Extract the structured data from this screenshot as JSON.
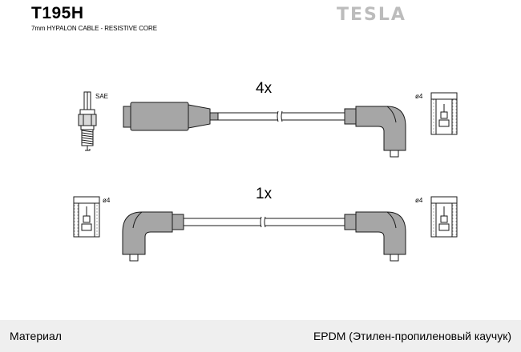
{
  "header": {
    "title": "T195H",
    "subtitle": "7mm HYPALON CABLE - RESISTIVE CORE",
    "brand": "TESLA"
  },
  "diagram": {
    "lead_top": {
      "quantity": "4x",
      "left_connector_label": "SAE",
      "right_connector_label": "ø4"
    },
    "lead_bottom": {
      "quantity": "1x",
      "left_connector_label": "ø4",
      "right_connector_label": "ø4"
    }
  },
  "footer": {
    "material_label": "Материал",
    "material_value": "EPDM (Этилен-пропиленовый каучук)"
  },
  "colors": {
    "boot_fill": "#a6a6a6",
    "outline": "#1a1a1a",
    "footer_bg": "#efefef",
    "brand": "#bcbcbc"
  }
}
